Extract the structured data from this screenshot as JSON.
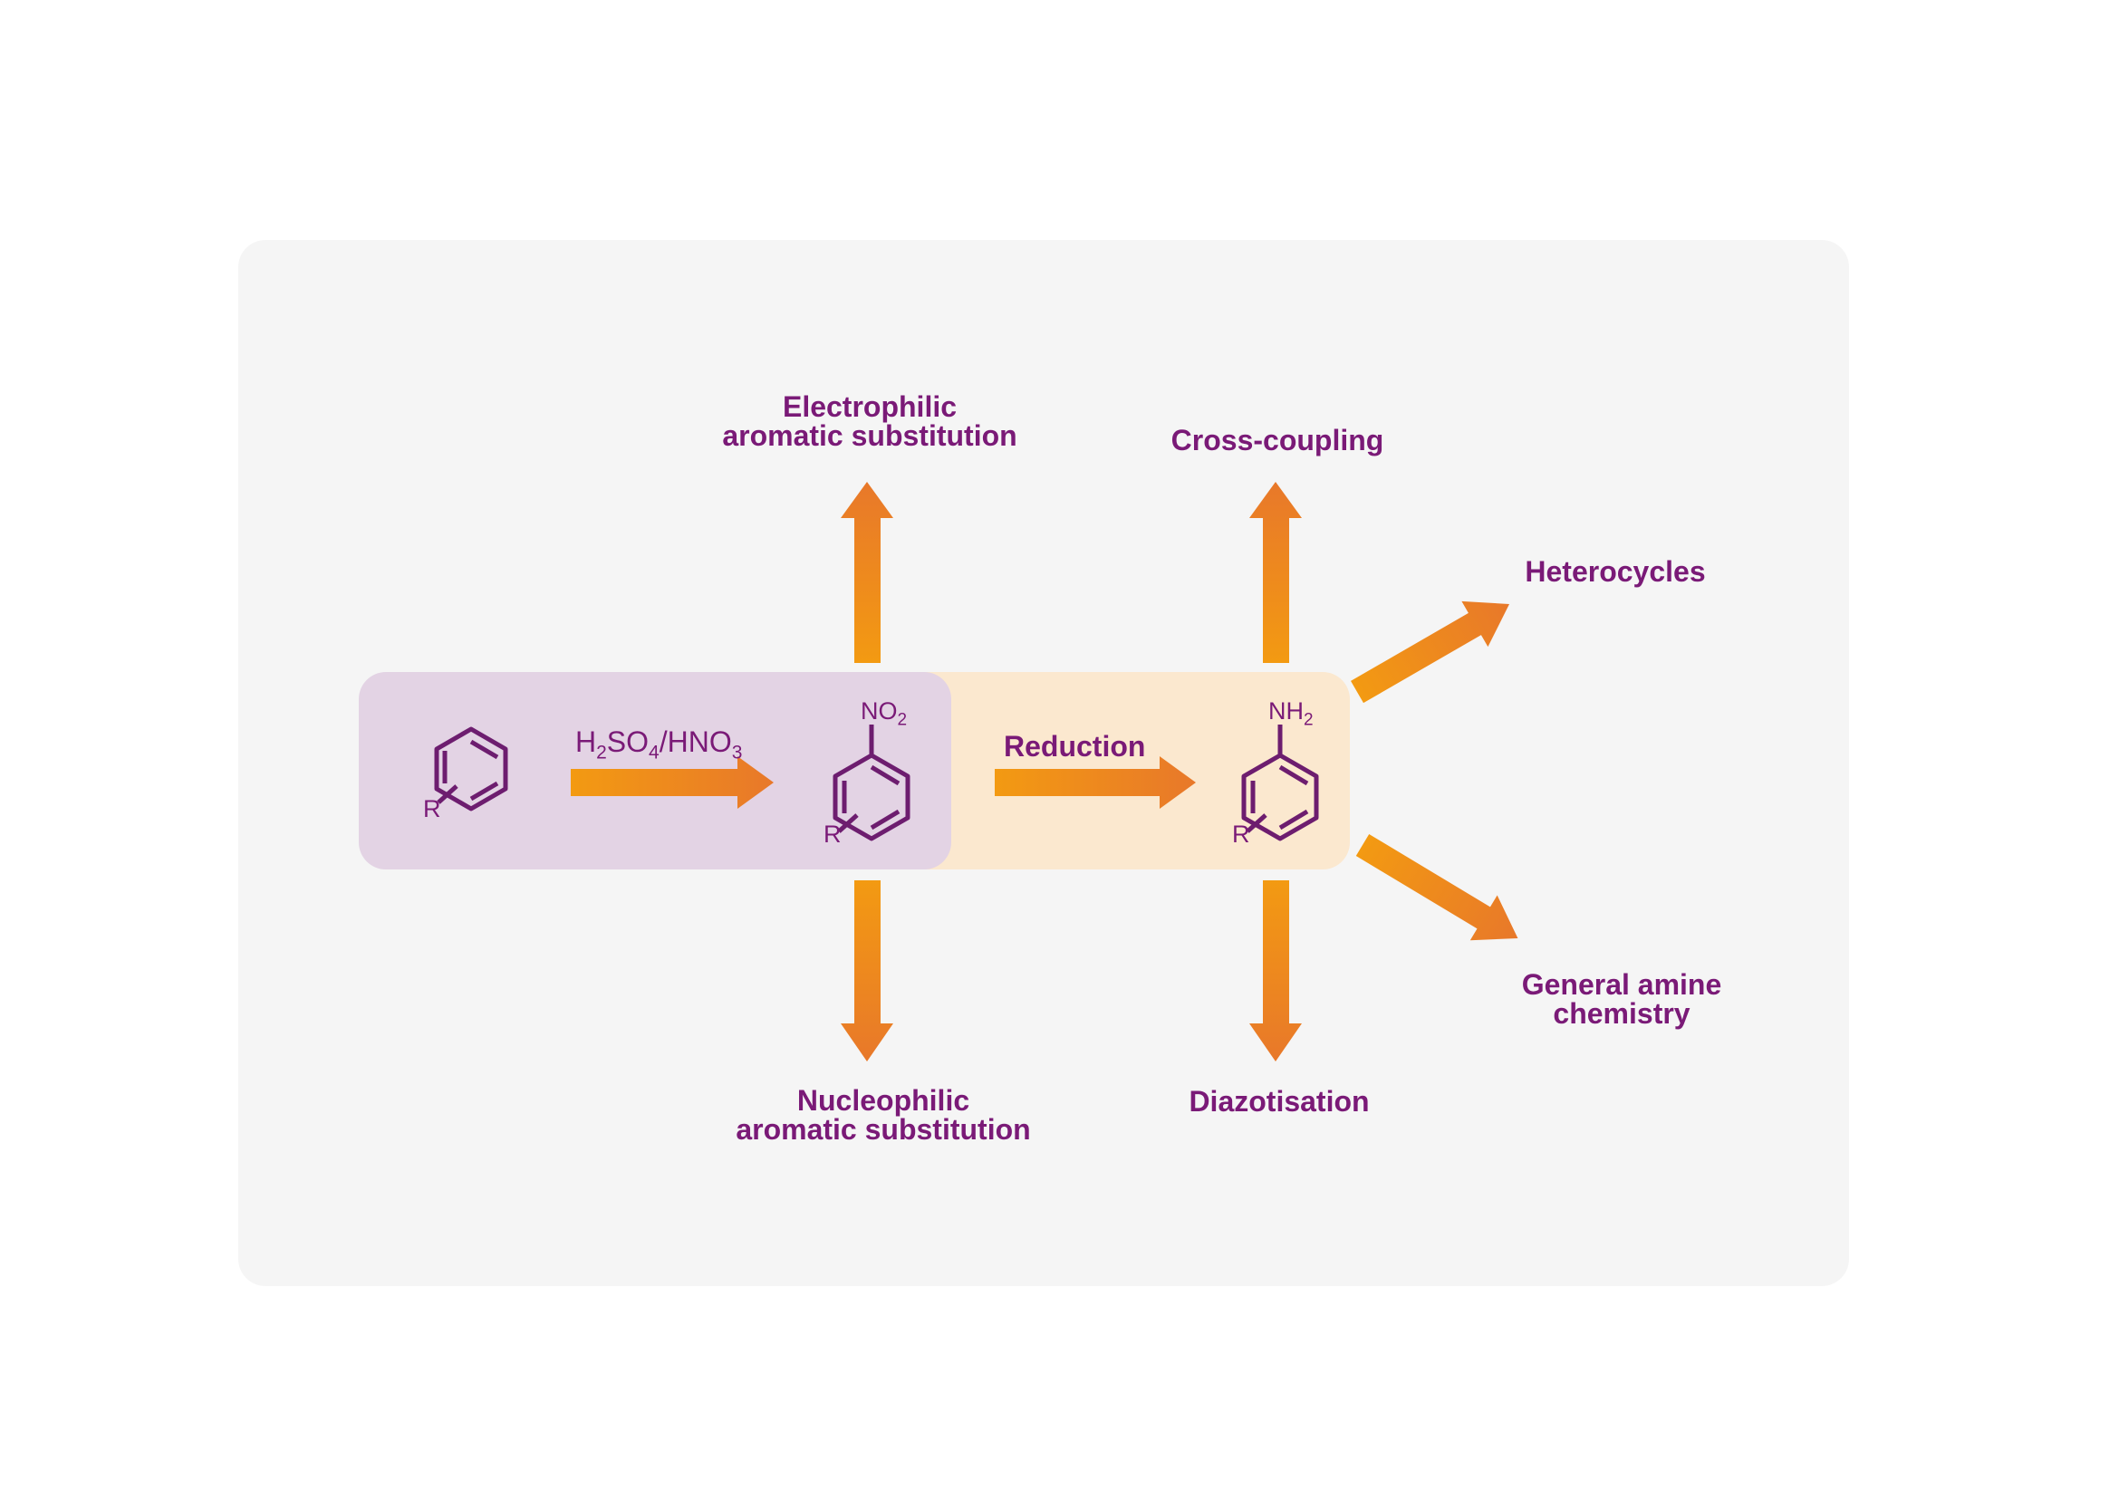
{
  "colors": {
    "purple_text": "#7a1a77",
    "structure_purple": "#6d1d6f",
    "arrow_orange_light": "#f39a12",
    "arrow_orange_dark": "#e8782a",
    "nitro_box": "#e3d3e4",
    "amine_box": "#fbe8cf",
    "panel_bg": "#f5f5f5"
  },
  "reagent": {
    "h": "H",
    "h_sub": "2",
    "so": "SO",
    "so_sub": "4",
    "slash_hno": "/HNO",
    "hno_sub": "3"
  },
  "reduction_label": "Reduction",
  "substituents": {
    "r": "R",
    "no2_main": "NO",
    "no2_sub": "2",
    "nh2_main": "NH",
    "nh2_sub": "2"
  },
  "outcomes": {
    "electrophilic_line1": "Electrophilic",
    "electrophilic_line2": "aromatic substitution",
    "nucleophilic_line1": "Nucleophilic",
    "nucleophilic_line2": "aromatic substitution",
    "cross_coupling": "Cross-coupling",
    "diazotisation": "Diazotisation",
    "heterocycles": "Heterocycles",
    "general_amine_line1": "General amine",
    "general_amine_line2": "chemistry"
  }
}
